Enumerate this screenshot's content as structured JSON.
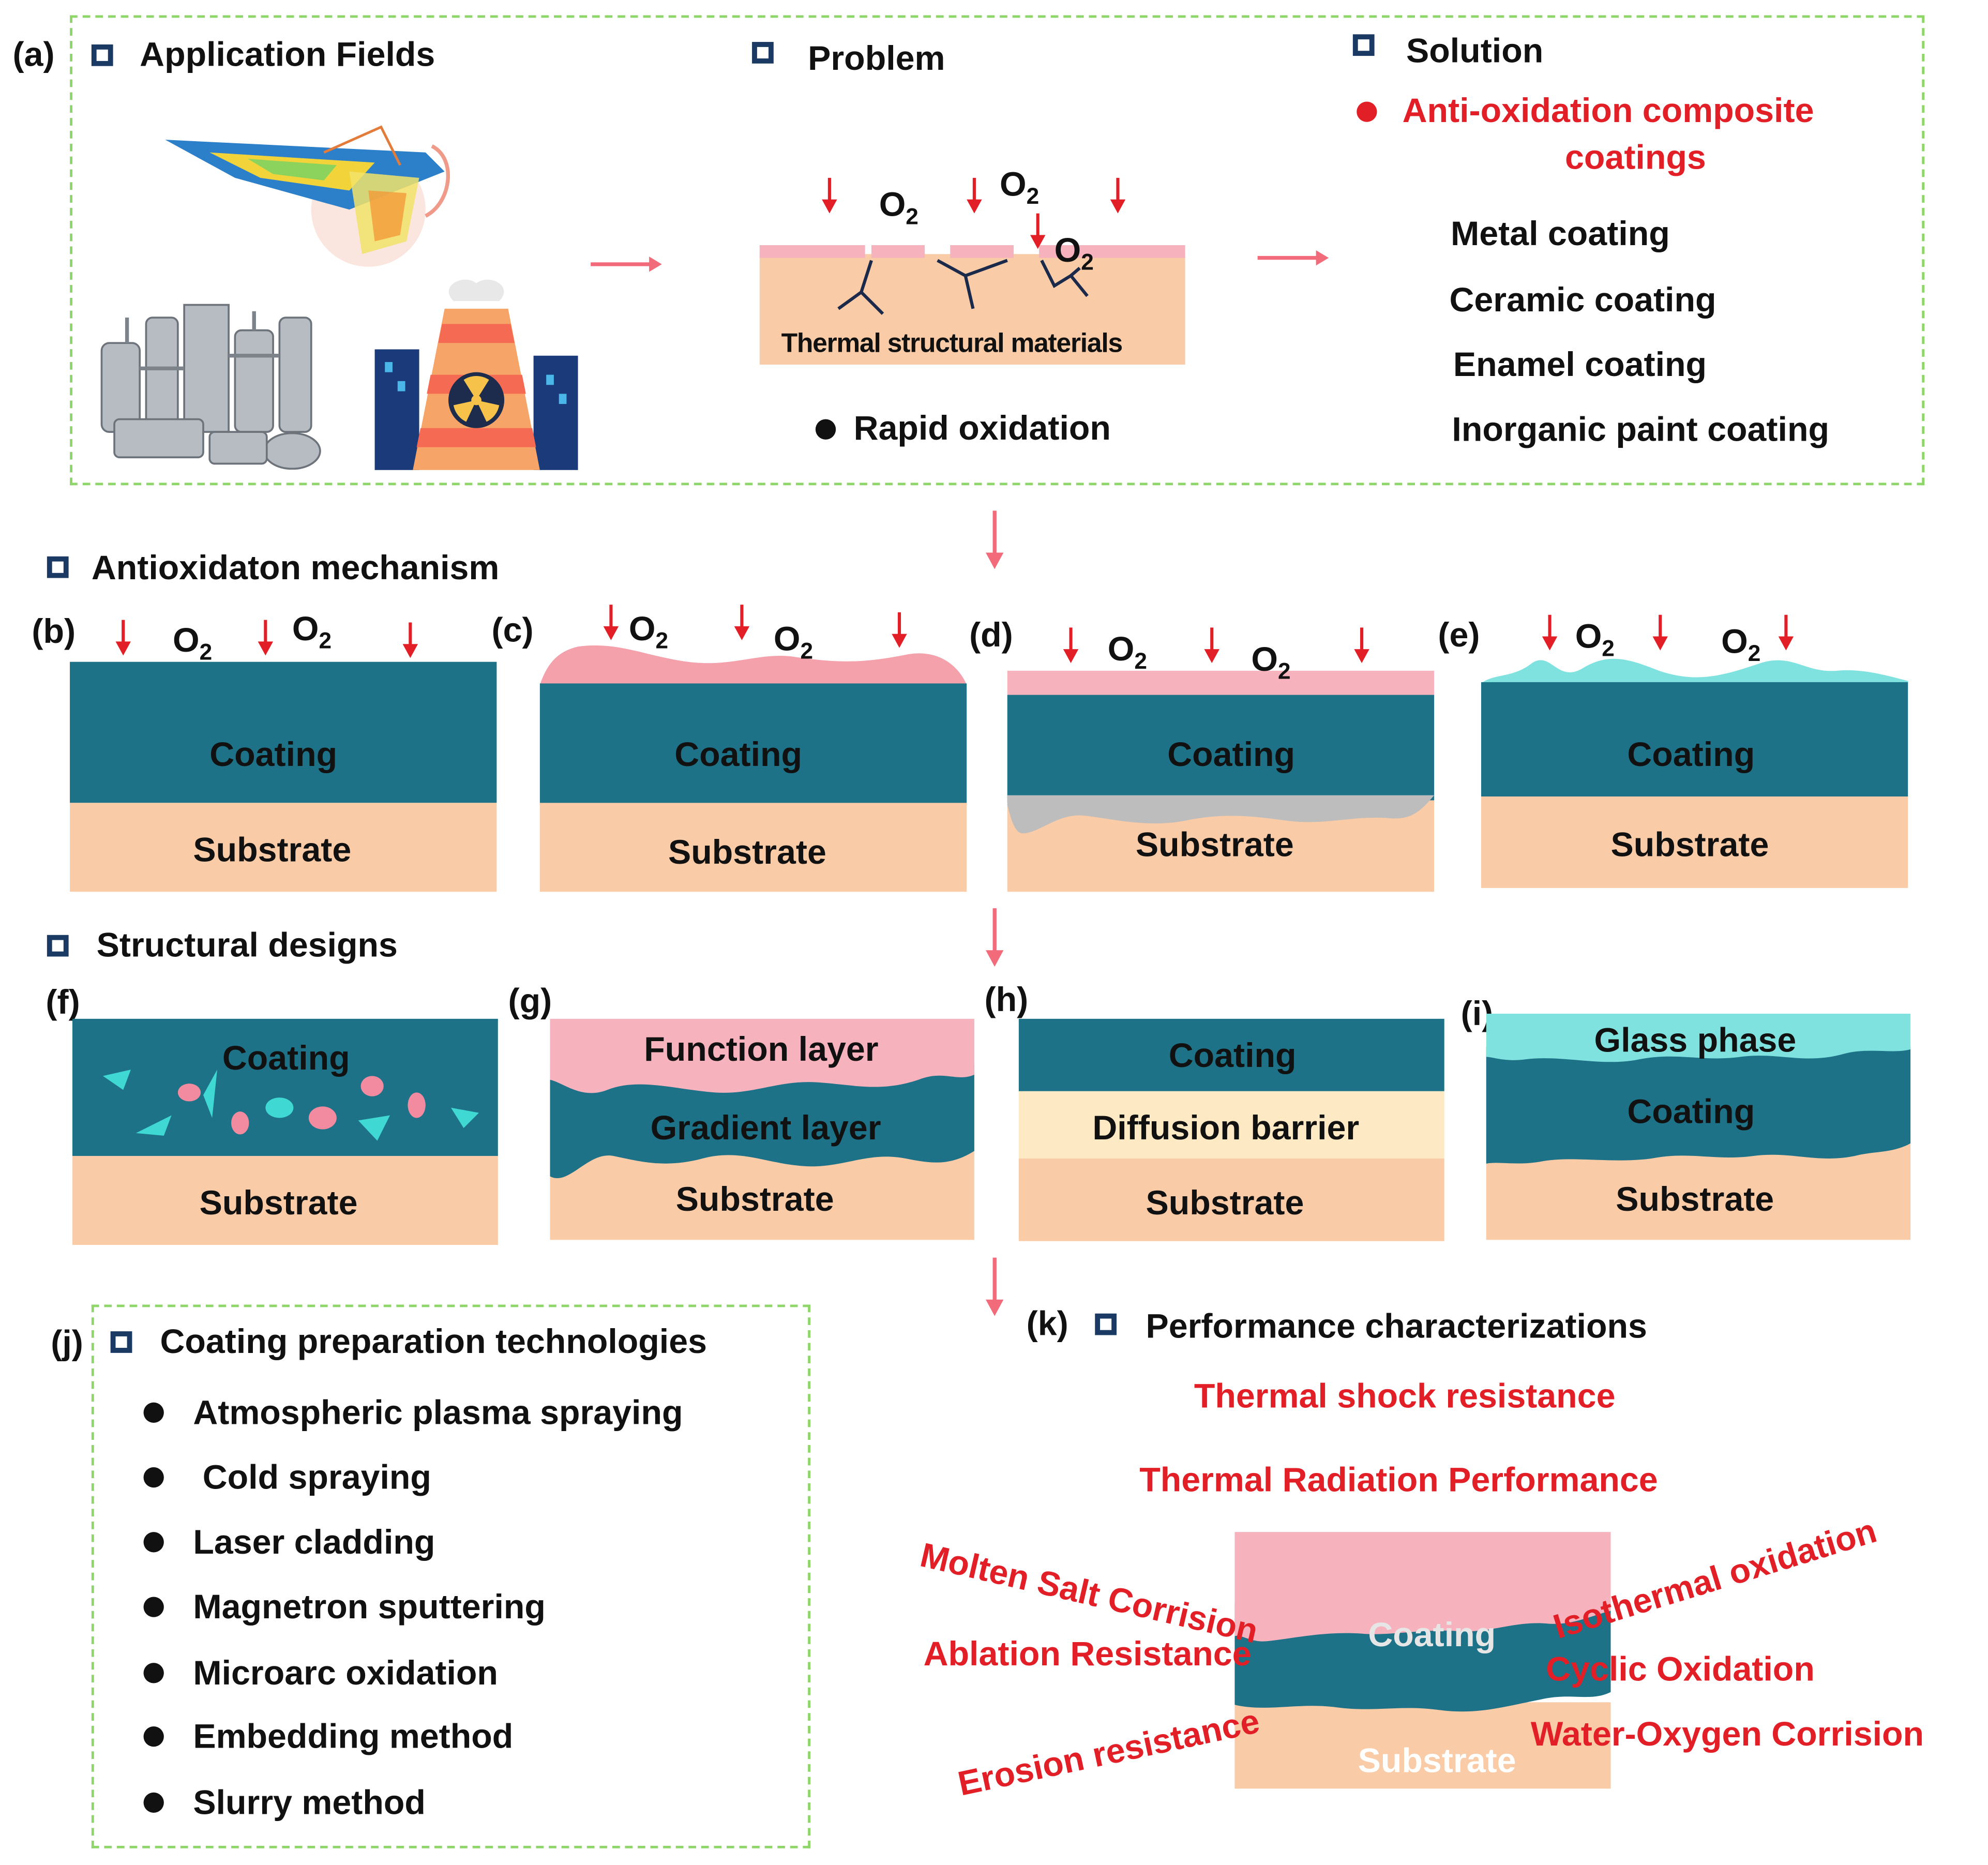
{
  "panel_a": {
    "label": "(a)",
    "application_fields": "Application Fields",
    "problem": "Problem",
    "solution": "Solution",
    "o2": "O",
    "o2_sub": "2",
    "material": "Thermal structural materials",
    "rapid_oxidation": "Rapid oxidation",
    "solution_headline_1": "Anti-oxidation  composite",
    "solution_headline_2": "coatings",
    "coatings": [
      "Metal coating",
      "Ceramic coating",
      "Enamel coating",
      "Inorganic paint coating"
    ]
  },
  "mechanism": {
    "title": "Antioxidaton mechanism",
    "panels": [
      {
        "label": "(b)",
        "coating": "Coating",
        "substrate": "Substrate"
      },
      {
        "label": "(c)",
        "coating": "Coating",
        "substrate": "Substrate"
      },
      {
        "label": "(d)",
        "coating": "Coating",
        "substrate": "Substrate"
      },
      {
        "label": "(e)",
        "coating": "Coating",
        "substrate": "Substrate"
      }
    ]
  },
  "structural": {
    "title": "Structural designs",
    "f": {
      "label": "(f)",
      "coating": "Coating",
      "substrate": "Substrate"
    },
    "g": {
      "label": "(g)",
      "function": "Function layer",
      "gradient": "Gradient layer",
      "substrate": "Substrate"
    },
    "h": {
      "label": "(h)",
      "coating": "Coating",
      "barrier": "Diffusion barrier",
      "substrate": "Substrate"
    },
    "i": {
      "label": "(i)",
      "glass": "Glass phase",
      "coating": "Coating",
      "substrate": "Substrate"
    }
  },
  "panel_j": {
    "label": "(j)",
    "title": "Coating preparation technologies",
    "items": [
      "Atmospheric plasma spraying",
      " Cold spraying",
      "Laser cladding",
      "Magnetron sputtering",
      "Microarc oxidation",
      "Embedding method",
      "Slurry method"
    ]
  },
  "panel_k": {
    "label": "(k)",
    "title": "Performance characterizations",
    "thermal_shock": "Thermal shock resistance",
    "thermal_radiation": "Thermal Radiation Performance",
    "molten_salt": "Molten Salt Corrision",
    "ablation": "Ablation Resistance",
    "erosion": "Erosion resistance",
    "isothermal": "Isothermal oxidation",
    "cyclic": "Cyclic Oxidation",
    "water_oxygen": "Water-Oxygen Corrision",
    "coating": "Coating",
    "substrate": "Substrate"
  },
  "colors": {
    "coating": "#1e7287",
    "substrate": "#f9cba6",
    "pink": "#f6b2bd",
    "cyan": "#7fe2df",
    "barrier": "#fde9c4",
    "arrow": "#e21f26",
    "connector": "#f26b7a",
    "icon_square": "#1b3a63",
    "dashed_border": "#8fd66a"
  }
}
